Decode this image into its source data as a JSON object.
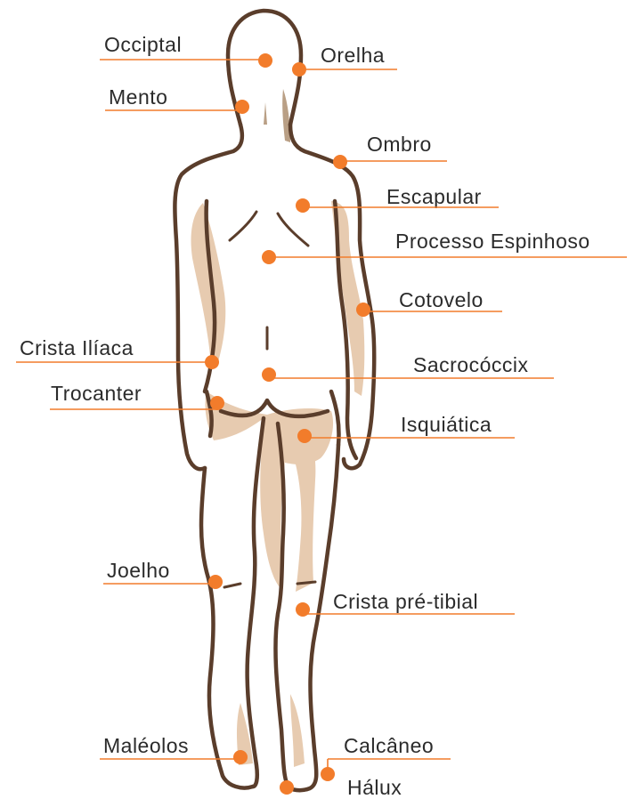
{
  "diagram": {
    "accent_color": "#f27c2b",
    "outline_color": "#5a3d2b",
    "shade_color": "#e7cbb0",
    "figure": "human-body-back-view",
    "labels": {
      "occiptal": "Occiptal",
      "orelha": "Orelha",
      "mento": "Mento",
      "ombro": "Ombro",
      "escapular": "Escapular",
      "processo_espinhoso": "Processo Espinhoso",
      "cotovelo": "Cotovelo",
      "crista_iliaca": "Crista Ilíaca",
      "sacrococcix": "Sacrocóccix",
      "trocanter": "Trocanter",
      "isquiatica": "Isquiática",
      "joelho": "Joelho",
      "crista_pre_tibial": "Crista pré-tibial",
      "maleolos": "Maléolos",
      "calcaneo": "Calcâneo",
      "halux": "Hálux"
    }
  }
}
